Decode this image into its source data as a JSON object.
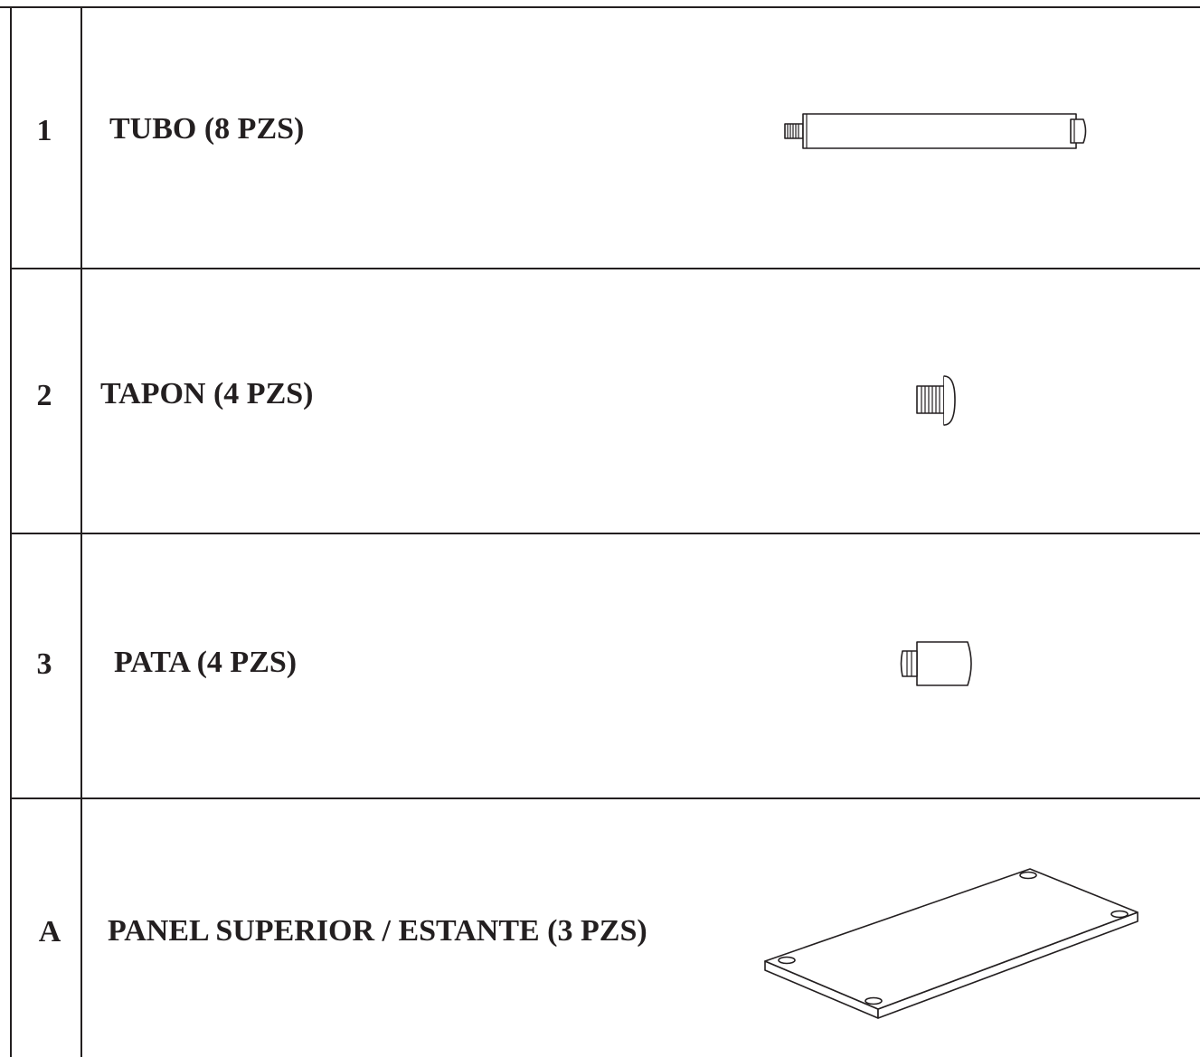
{
  "parts": [
    {
      "id": "1",
      "label": "TUBO (8 PZS)"
    },
    {
      "id": "2",
      "label": "TAPON (4 PZS)"
    },
    {
      "id": "3",
      "label": "PATA (4 PZS)"
    },
    {
      "id": "A",
      "label": "PANEL SUPERIOR / ESTANTE (3 PZS)"
    }
  ]
}
